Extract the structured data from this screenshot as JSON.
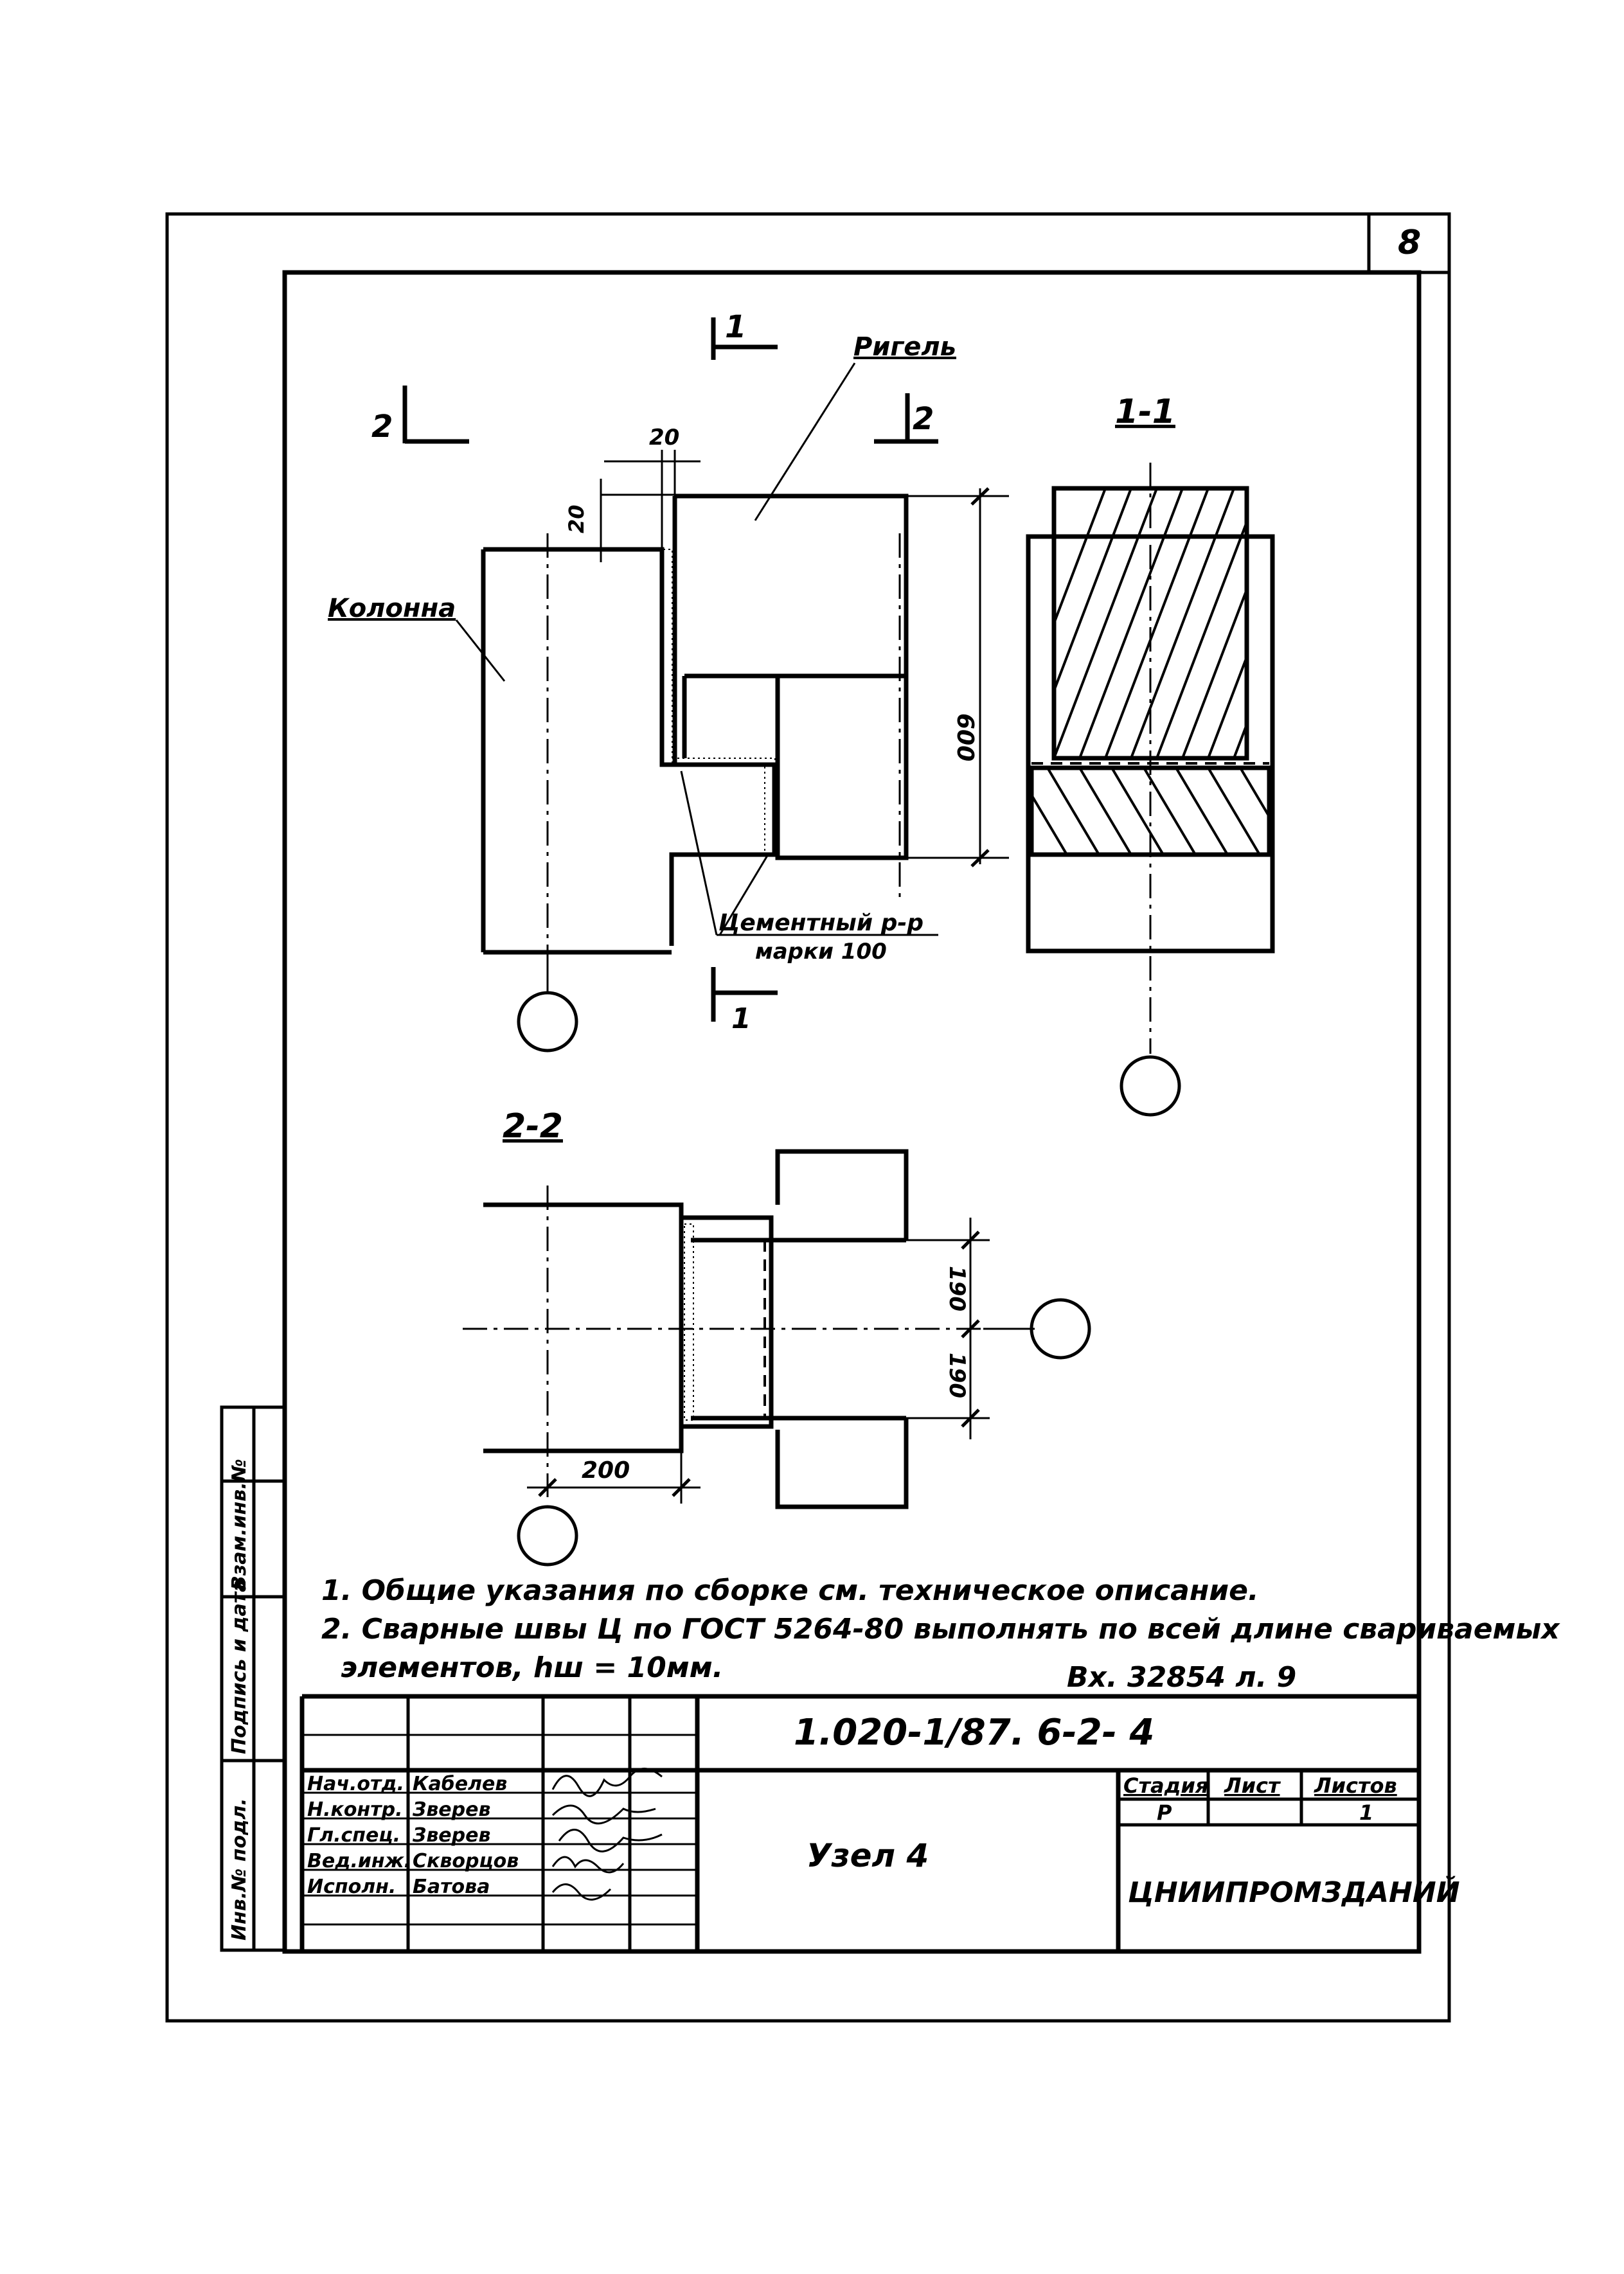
{
  "sheet_number": "8",
  "labels": {
    "column": "Колонна",
    "beam": "Ригель",
    "section_mark_1": "1",
    "section_mark_2": "2",
    "section_1_1": "1-1",
    "section_2_2": "2-2",
    "mortar_line1": "Цементный р-р",
    "mortar_line2": "марки 100"
  },
  "dimensions": {
    "gap_top": "20",
    "gap_side": "20",
    "beam_height": "600",
    "half_width_top": "190",
    "half_width_bottom": "190",
    "offset": "200"
  },
  "notes": [
    "1. Общие указания по сборке см. техническое описание.",
    "2. Сварные швы Ц по ГОСТ 5264-80 выполнять по всей длине свариваемых",
    "элементов, hш = 10мм."
  ],
  "stamp_extra": "Вх. 32854 л. 9",
  "side_stamp": {
    "col1": "Инв.№ подл.",
    "col2": "Подпись и дата",
    "col3": "Взам.инв.№"
  },
  "title_block": {
    "designation": "1.020-1/87. 6-2- 4",
    "title": "Узел 4",
    "organization": "ЦНИИПРОМЗДАНИЙ",
    "stage_header": "Стадия",
    "sheet_header": "Лист",
    "sheets_header": "Листов",
    "stage": "Р",
    "sheets": "1",
    "roles": [
      {
        "role": "Нач.отд.",
        "name": "Кабелев"
      },
      {
        "role": "Н.контр.",
        "name": "Зверев"
      },
      {
        "role": "Гл.спец.",
        "name": "Зверев"
      },
      {
        "role": "Вед.инж.",
        "name": "Скворцов"
      },
      {
        "role": "Исполн.",
        "name": "Батова"
      }
    ]
  }
}
